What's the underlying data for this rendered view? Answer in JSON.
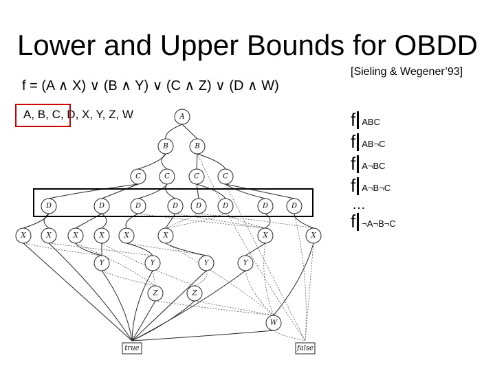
{
  "title": "Lower and Upper Bounds for OBDD",
  "formula": "f = (A ∧ X) ∨ (B ∧ Y) ∨ (C ∧ Z) ∨ (D ∧ W)",
  "citation": "[Sieling & Wegener’93]",
  "variable_order": "A, B, C, D, X, Y, Z, W",
  "restrictions": [
    {
      "f": "f",
      "sub": "ABC"
    },
    {
      "f": "f",
      "sub": "AB¬C"
    },
    {
      "f": "f",
      "sub": "A¬BC"
    },
    {
      "f": "f",
      "sub": "A¬B¬C"
    },
    {
      "f": "…",
      "sub": ""
    },
    {
      "f": "f",
      "sub": "¬A¬B¬C"
    }
  ],
  "diagram": {
    "nodes": [
      {
        "id": "a",
        "label": "A"
      },
      {
        "id": "b1",
        "label": "B"
      },
      {
        "id": "b2",
        "label": "B"
      },
      {
        "id": "c1",
        "label": "C"
      },
      {
        "id": "c2",
        "label": "C"
      },
      {
        "id": "c3",
        "label": "C"
      },
      {
        "id": "c4",
        "label": "C"
      },
      {
        "id": "d1",
        "label": "D"
      },
      {
        "id": "d2",
        "label": "D"
      },
      {
        "id": "d3",
        "label": "D"
      },
      {
        "id": "d4",
        "label": "D"
      },
      {
        "id": "d5",
        "label": "D"
      },
      {
        "id": "d6",
        "label": "D"
      },
      {
        "id": "d7",
        "label": "D"
      },
      {
        "id": "d8",
        "label": "D"
      },
      {
        "id": "x1",
        "label": "X"
      },
      {
        "id": "x2",
        "label": "X"
      },
      {
        "id": "x3",
        "label": "X"
      },
      {
        "id": "x4",
        "label": "X"
      },
      {
        "id": "x5",
        "label": "X"
      },
      {
        "id": "x6",
        "label": "X"
      },
      {
        "id": "x7",
        "label": "X"
      },
      {
        "id": "x8",
        "label": "X"
      },
      {
        "id": "y1",
        "label": "Y"
      },
      {
        "id": "y2",
        "label": "Y"
      },
      {
        "id": "y3",
        "label": "Y"
      },
      {
        "id": "y4",
        "label": "Y"
      },
      {
        "id": "z1",
        "label": "Z"
      },
      {
        "id": "z2",
        "label": "Z"
      },
      {
        "id": "w",
        "label": "W"
      },
      {
        "id": "true",
        "label": "true"
      },
      {
        "id": "false",
        "label": "false"
      }
    ],
    "edges": [
      [
        "a",
        "b1",
        1
      ],
      [
        "a",
        "b2",
        1
      ],
      [
        "b1",
        "c1",
        1
      ],
      [
        "b1",
        "c2",
        1
      ],
      [
        "b2",
        "c3",
        1
      ],
      [
        "b2",
        "c4",
        1
      ],
      [
        "c1",
        "d1",
        1
      ],
      [
        "c1",
        "d2",
        1
      ],
      [
        "c2",
        "d3",
        1
      ],
      [
        "c2",
        "d4",
        1
      ],
      [
        "c3",
        "d5",
        1
      ],
      [
        "c3",
        "d6",
        1
      ],
      [
        "c4",
        "d7",
        1
      ],
      [
        "c4",
        "d8",
        1
      ],
      [
        "d1",
        "x1",
        1
      ],
      [
        "d1",
        "x2",
        1
      ],
      [
        "d2",
        "x3",
        1
      ],
      [
        "d2",
        "x4",
        1
      ],
      [
        "d3",
        "x5",
        1
      ],
      [
        "d4",
        "x6",
        1
      ],
      [
        "d7",
        "x7",
        1
      ],
      [
        "d8",
        "x8",
        1
      ],
      [
        "d5",
        "x6",
        0
      ],
      [
        "d6",
        "x6",
        0
      ],
      [
        "d3",
        "x7",
        0
      ],
      [
        "d4",
        "x7",
        0
      ],
      [
        "d5",
        "x8",
        0
      ],
      [
        "d6",
        "x7",
        0
      ],
      [
        "x1",
        "true",
        1
      ],
      [
        "x2",
        "true",
        1
      ],
      [
        "x3",
        "y1",
        1
      ],
      [
        "x4",
        "y1",
        1
      ],
      [
        "x5",
        "y2",
        1
      ],
      [
        "x6",
        "y3",
        1
      ],
      [
        "x7",
        "y4",
        1
      ],
      [
        "x8",
        "w",
        1
      ],
      [
        "x1",
        "y1",
        0
      ],
      [
        "x2",
        "y2",
        0
      ],
      [
        "x3",
        "z1",
        0
      ],
      [
        "x4",
        "z2",
        0
      ],
      [
        "x5",
        "y3",
        0
      ],
      [
        "x6",
        "w",
        0
      ],
      [
        "x7",
        "w",
        0
      ],
      [
        "x8",
        "false",
        0
      ],
      [
        "y1",
        "true",
        1
      ],
      [
        "y2",
        "true",
        1
      ],
      [
        "y3",
        "true",
        1
      ],
      [
        "y4",
        "true",
        1
      ],
      [
        "y1",
        "z1",
        0
      ],
      [
        "y2",
        "z1",
        0
      ],
      [
        "y3",
        "z2",
        0
      ],
      [
        "y4",
        "w",
        0
      ],
      [
        "z1",
        "true",
        1
      ],
      [
        "z2",
        "true",
        1
      ],
      [
        "z1",
        "w",
        0
      ],
      [
        "z2",
        "w",
        0
      ],
      [
        "w",
        "true",
        1
      ],
      [
        "w",
        "false",
        0
      ],
      [
        "c4",
        "false",
        0
      ],
      [
        "d8",
        "false",
        0
      ],
      [
        "b2",
        "false",
        0
      ]
    ]
  }
}
